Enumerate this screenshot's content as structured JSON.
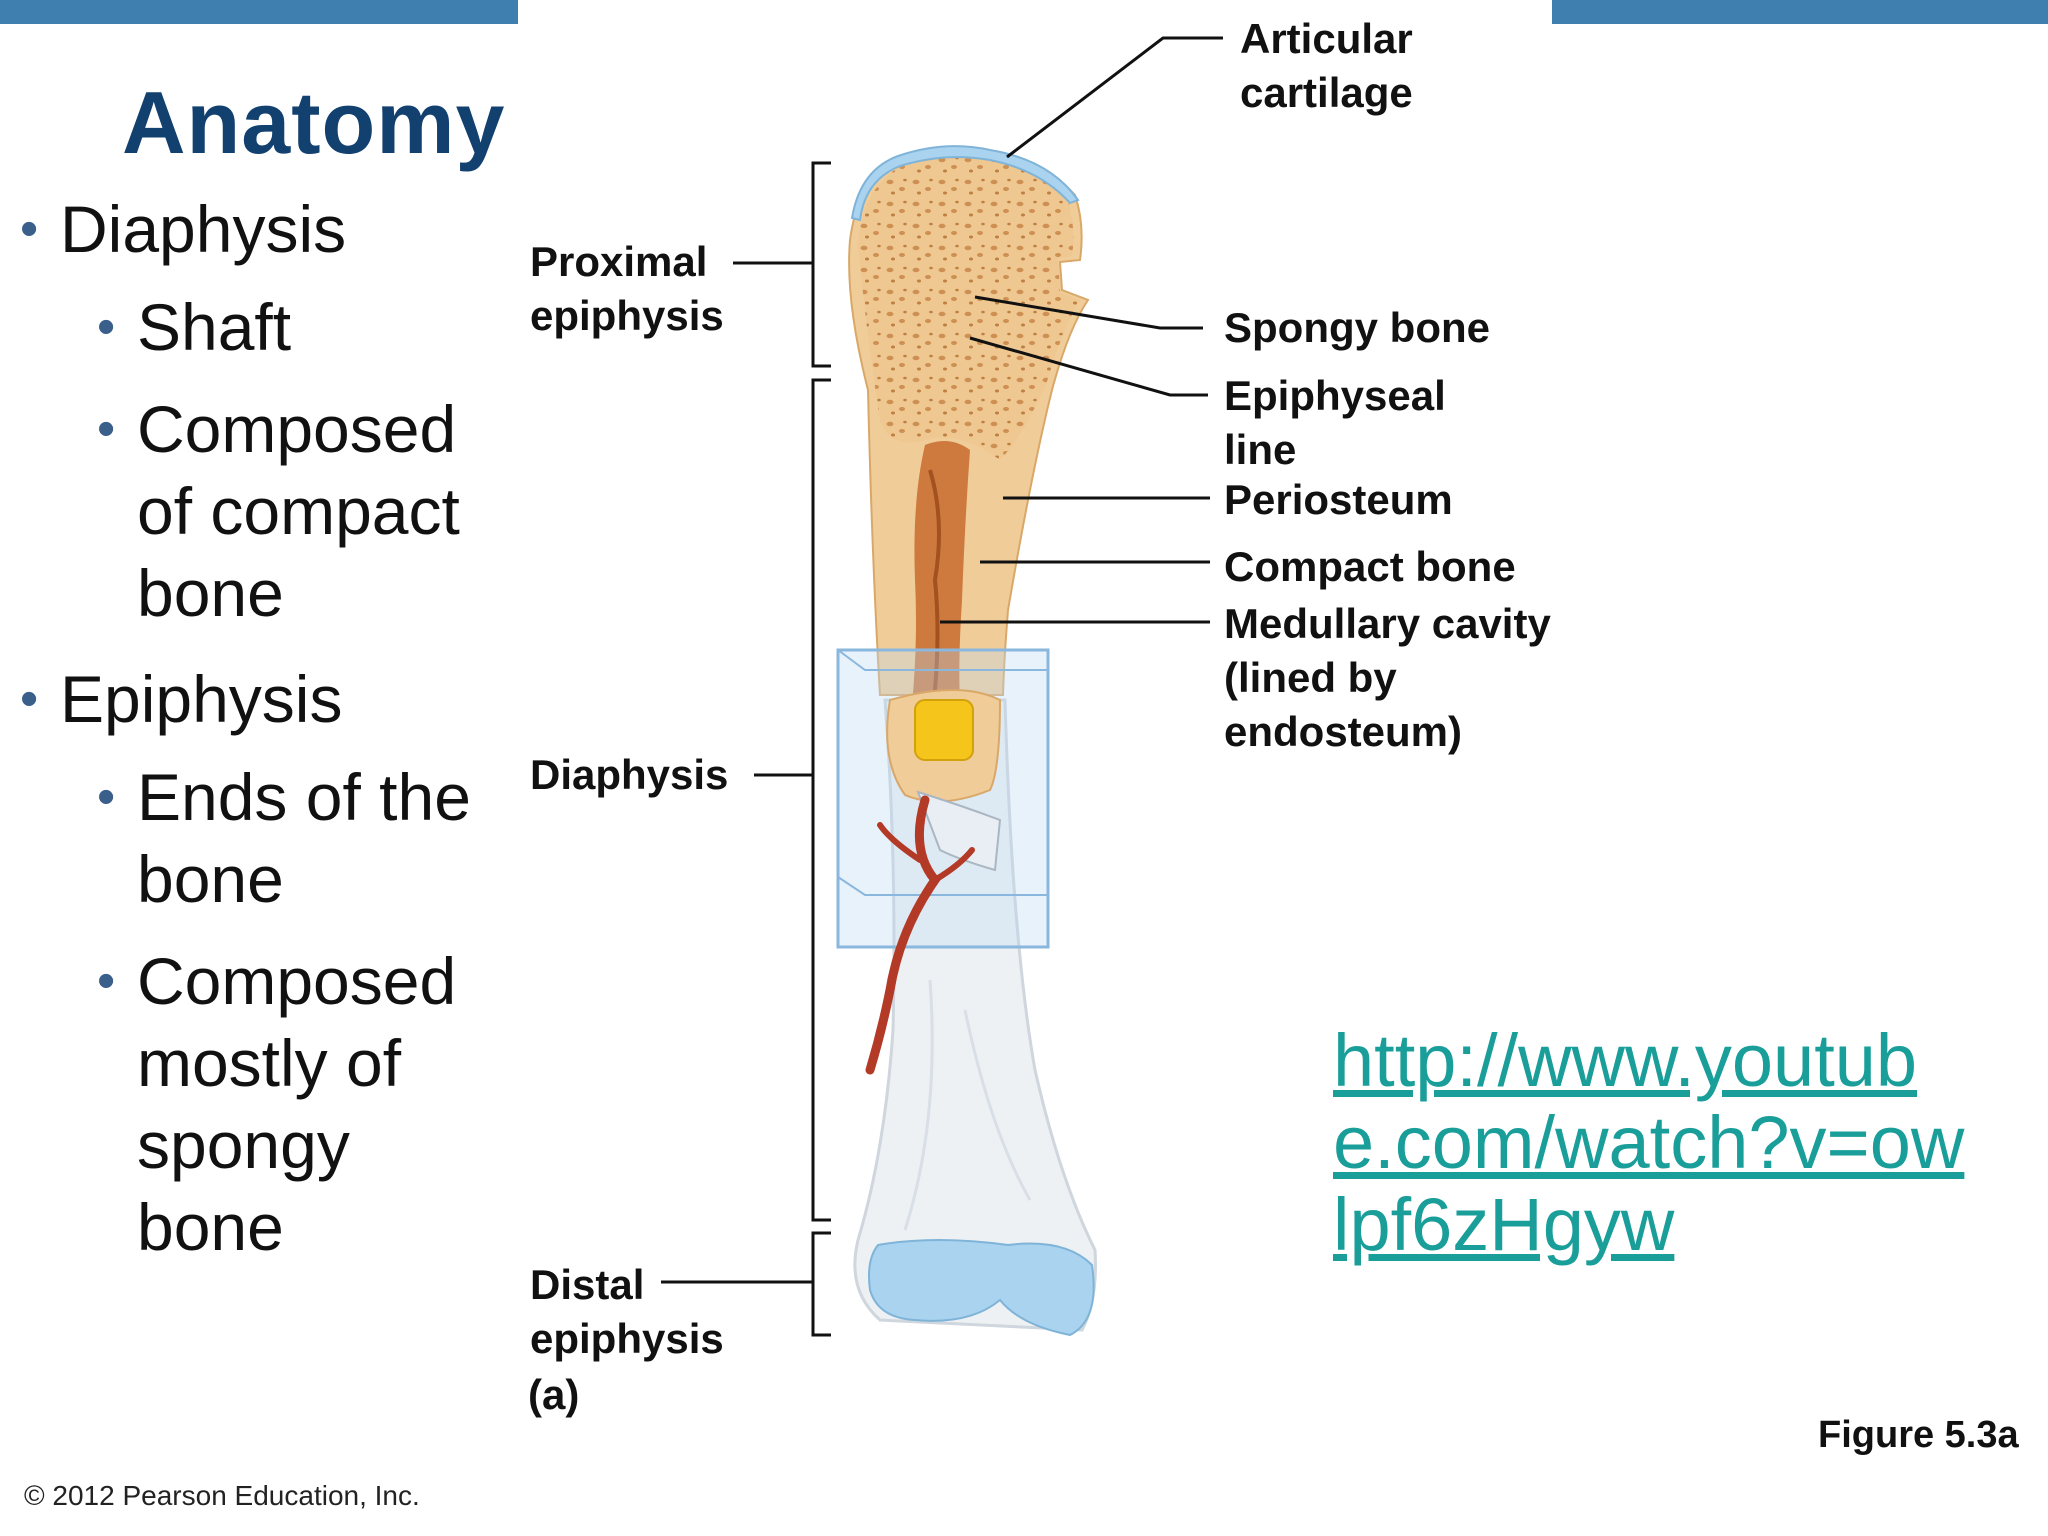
{
  "slide": {
    "title": "Anatomy",
    "bullets": [
      {
        "text": "Diaphysis",
        "level": 1
      },
      {
        "text": "Shaft",
        "level": 2
      },
      {
        "text": "Composed of compact bone",
        "level": 2
      },
      {
        "text": "Epiphysis",
        "level": 1
      },
      {
        "text": "Ends of the bone",
        "level": 2
      },
      {
        "text": "Composed mostly of spongy bone",
        "level": 2
      }
    ],
    "link": "http://www.youtube.com/watch?v=owlpf6zHgyw",
    "figure_label": "Figure 5.3a",
    "copyright": "© 2012 Pearson Education, Inc."
  },
  "figure": {
    "left_labels": {
      "proximal_epiphysis": "Proximal epiphysis",
      "diaphysis": "Diaphysis",
      "distal_epiphysis": "Distal epiphysis",
      "part": "(a)"
    },
    "right_labels": {
      "articular_cartilage": "Articular cartilage",
      "spongy_bone": "Spongy bone",
      "epiphyseal_line": "Epiphyseal line",
      "periosteum": "Periosteum",
      "compact_bone": "Compact bone",
      "medullary_cavity": "Medullary cavity (lined by endosteum)"
    }
  },
  "colors": {
    "title": "#12406f",
    "top_bar": "#3f7fb0",
    "link": "#1a9e9a",
    "bone": "#f0cc99",
    "marrow": "#c86a2e",
    "cartilage": "#a9d3ef"
  }
}
